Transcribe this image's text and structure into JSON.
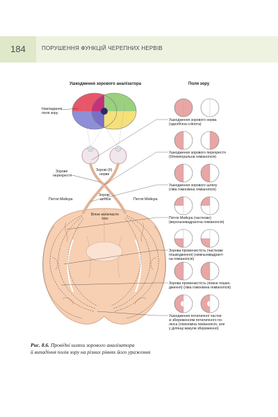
{
  "header": {
    "page_number": "184",
    "chapter": "ПОРУШЕННЯ ФУНКЦІЙ ЧЕРЕПНИХ НЕРВІВ"
  },
  "figure": {
    "title": "Ушкодження зорового аналізатора",
    "fields_title": "Поля зору",
    "overlay_label": [
      "Накладання",
      "поля зору"
    ],
    "chiasm_label": [
      "Зорове",
      "перехрестя"
    ],
    "nerve_label": [
      "Зорові (II)",
      "нерви"
    ],
    "meyer_left": "Петля Мейєра",
    "meyer_right": "Петля Мейєра",
    "tract_label": [
      "Зорові",
      "шляхи"
    ],
    "lgn_label": [
      "Бічне колінчасте",
      "тіло"
    ]
  },
  "lesions": [
    {
      "lines": [
        "Ушкодження зорового нерва",
        "(однобічна сліпота)"
      ],
      "left": "full",
      "right": "none"
    },
    {
      "lines": [
        "Ушкодження зорового перехрестя",
        "(бітемпоральна геміанопсія)"
      ],
      "left": "left-half",
      "right": "right-half"
    },
    {
      "lines": [
        "Ушкодження зорового шляху",
        "(ліва гомонімна геміанопсія)"
      ],
      "left": "left-half",
      "right": "left-half"
    },
    {
      "lines": [
        "Петля Мейєра (часткове)",
        "(верхньоквадрантна геміанопсія)"
      ],
      "left": "upper-left",
      "right": "upper-left"
    },
    {
      "lines": [
        "Зорова променистість (часткове",
        "пошкодження) (нижньоквадрант-",
        "на геміанопсія)"
      ],
      "left": "lower-left",
      "right": "lower-left"
    },
    {
      "lines": [
        "Зорова променистість (повне пошко-",
        "дження) (ліва гомонімна геміанопсія)"
      ],
      "left": "left-half",
      "right": "left-half"
    },
    {
      "lines": [
        "Ушкодження потиличної частки",
        "зі збереженням потиличного по-",
        "люса (гомонімна геміанопсія, але",
        "у ділянці макули збереження)"
      ],
      "left": "left-half-macula",
      "right": "left-half-macula"
    }
  ],
  "caption": {
    "label": "Рис. 8.6.",
    "text_line1": "Провідні шляхи зорового аналізатора",
    "text_line2": "й випадіння полів зору на різних рівнях його ураження"
  },
  "colors": {
    "defect": "#e8a6a6",
    "header_bg": "#eef3e1",
    "pagenum_bg": "#dfe8c8",
    "brain": "#f7cfb2",
    "red": "#e8566a",
    "green": "#4fb84a",
    "blue": "#8f8ed8",
    "yellow": "#f2d43a"
  }
}
